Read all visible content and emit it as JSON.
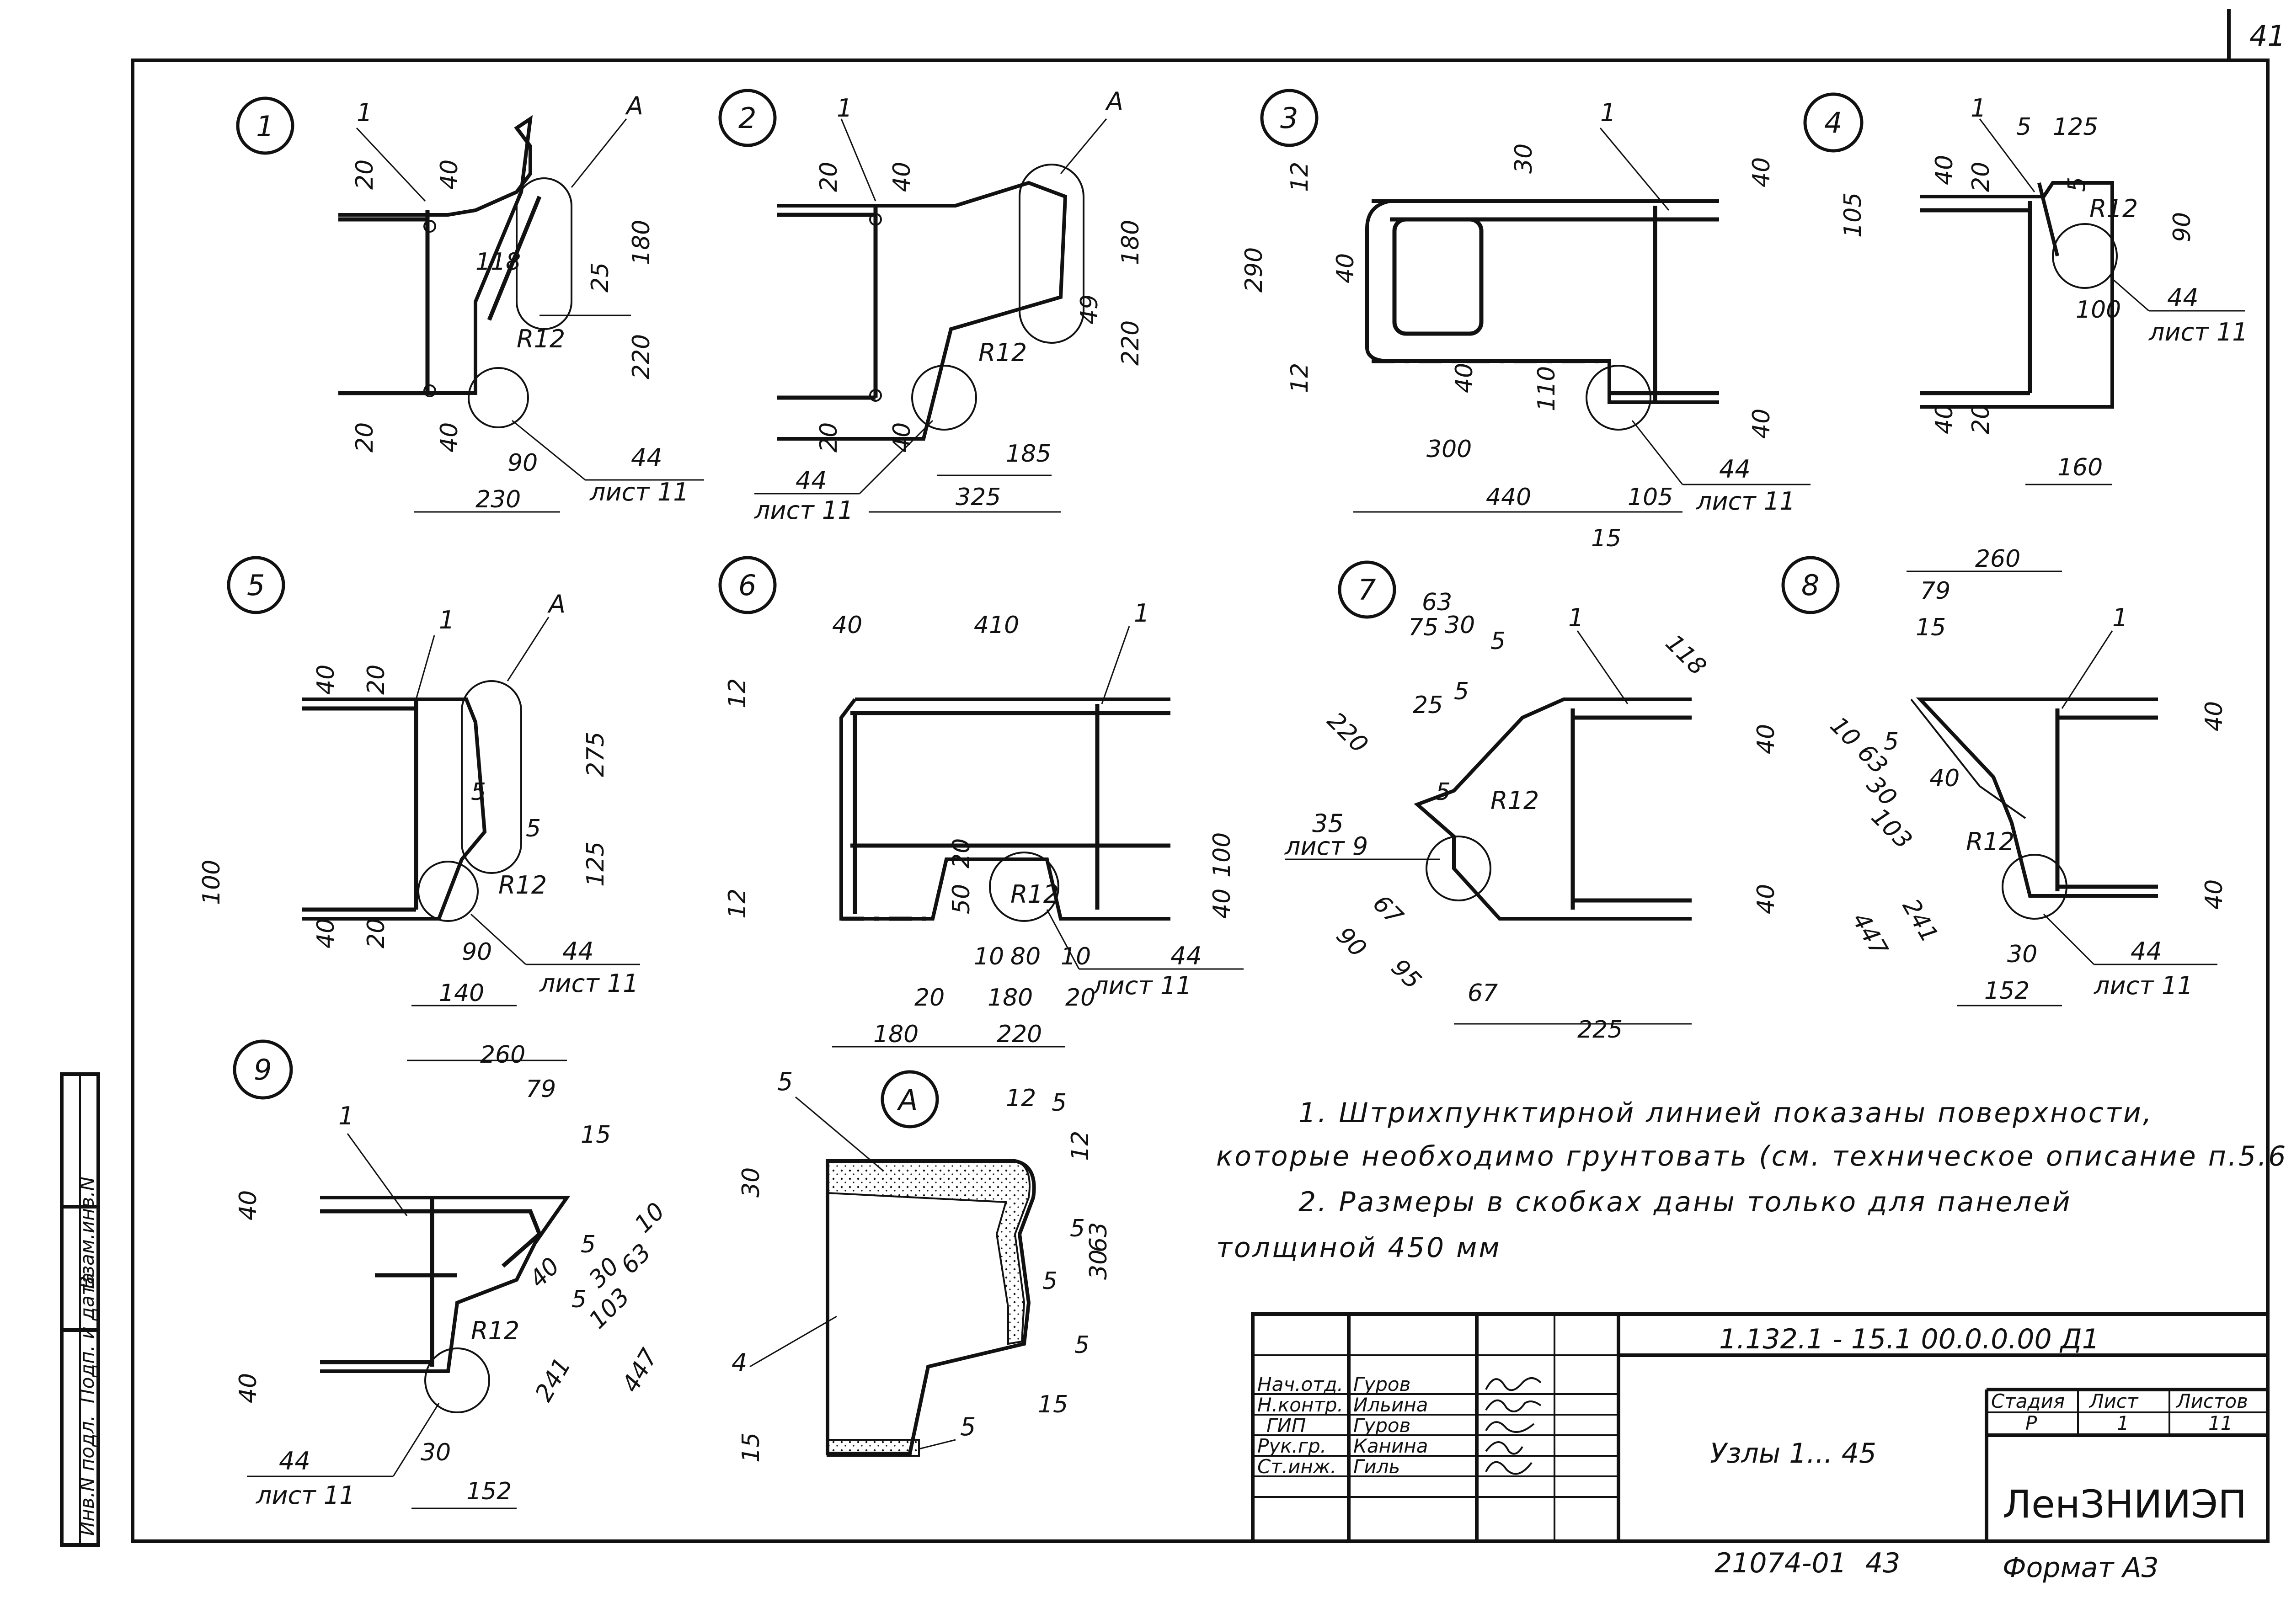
{
  "sheet_number": "41",
  "nodes": [
    {
      "id": "1",
      "labels": {
        "callout": "1",
        "detail": "A",
        "ref": "44",
        "sheet": "лист 11",
        "radius": "R12"
      },
      "dims": [
        "20",
        "40",
        "118",
        "180",
        "25",
        "220",
        "20",
        "40",
        "90",
        "230"
      ]
    },
    {
      "id": "2",
      "labels": {
        "callout": "1",
        "detail": "A",
        "ref": "44",
        "sheet": "лист 11",
        "radius": "R12"
      },
      "dims": [
        "20",
        "40",
        "180",
        "49",
        "220",
        "20",
        "40",
        "185",
        "325"
      ]
    },
    {
      "id": "3",
      "labels": {
        "callout": "1",
        "ref": "44",
        "sheet": "лист 11"
      },
      "dims": [
        "12",
        "30",
        "40",
        "290",
        "40",
        "12",
        "40",
        "110",
        "40",
        "300",
        "440",
        "105",
        "15"
      ]
    },
    {
      "id": "4",
      "labels": {
        "callout": "1",
        "ref": "44",
        "sheet": "лист 11",
        "radius": "R12"
      },
      "dims": [
        "5",
        "125",
        "40",
        "20",
        "5",
        "105",
        "90",
        "100",
        "40",
        "20",
        "160"
      ]
    },
    {
      "id": "5",
      "labels": {
        "callout": "1",
        "detail": "A",
        "ref": "44",
        "sheet": "лист 11",
        "radius": "R12"
      },
      "dims": [
        "40",
        "20",
        "275",
        "5",
        "5",
        "100",
        "125",
        "40",
        "20",
        "90",
        "140"
      ]
    },
    {
      "id": "6",
      "labels": {
        "callout": "1",
        "ref": "44",
        "sheet": "лист 11",
        "radius": "R12"
      },
      "dims": [
        "40",
        "410",
        "12",
        "100",
        "12",
        "20",
        "50",
        "40",
        "10",
        "80",
        "10",
        "20",
        "180",
        "20",
        "180",
        "220"
      ]
    },
    {
      "id": "7",
      "labels": {
        "callout": "1",
        "ref": "35",
        "sheet": "лист 9",
        "radius": "R12"
      },
      "dims": [
        "63",
        "75",
        "30",
        "5",
        "118",
        "220",
        "25",
        "5",
        "5",
        "40",
        "67",
        "90",
        "95",
        "67",
        "225",
        "40"
      ]
    },
    {
      "id": "8",
      "labels": {
        "callout": "1",
        "ref": "44",
        "sheet": "лист 11",
        "radius": "R12"
      },
      "dims": [
        "260",
        "79",
        "15",
        "10",
        "63",
        "5",
        "30",
        "40",
        "103",
        "447",
        "241",
        "40",
        "40",
        "30",
        "152"
      ]
    },
    {
      "id": "9",
      "labels": {
        "callout": "1",
        "ref": "44",
        "sheet": "лист 11",
        "radius": "R12"
      },
      "dims": [
        "260",
        "79",
        "15",
        "40",
        "10",
        "5",
        "63",
        "30",
        "40",
        "5",
        "103",
        "241",
        "447",
        "40",
        "30",
        "152"
      ]
    },
    {
      "id": "A",
      "labels": {
        "mat4": "4",
        "mat5a": "5",
        "mat5b": "5"
      },
      "dims": [
        "12",
        "5",
        "12",
        "30",
        "63",
        "5",
        "30",
        "5",
        "5",
        "15"
      ]
    }
  ],
  "notes": [
    "1. Штрихпунктирной линией показаны поверхности, которые необходимо грунтовать (см. техническое описание п.5.6)",
    "2. Размеры в скобках даны только для панелей толщиной 450 мм"
  ],
  "notes_lines": [
    "1. Штрихпунктирной   линией   показаны  поверхности,",
    "которые необходимо грунтовать   (см. техническое описание  п.5.6)",
    "2. Размеры в скобках даны только для панелей",
    "толщиной   450 мм"
  ],
  "side_stamp": [
    "Инв.N подл.",
    "Подп. и дата",
    "Взам.инв.N"
  ],
  "title_block": {
    "code": "1.132.1 - 15.1      00.0.0.00 Д1",
    "title": "Узлы 1... 45",
    "roles": [
      {
        "role": "Нач.отд.",
        "name": "Гуров"
      },
      {
        "role": "Н.контр.",
        "name": "Ильина"
      },
      {
        "role": "ГИП",
        "name": "Гуров"
      },
      {
        "role": "Рук.гр.",
        "name": "Канина"
      },
      {
        "role": "Ст.инж.",
        "name": "Гиль"
      }
    ],
    "headers": {
      "stage": "Стадия",
      "sheet": "Лист",
      "sheets": "Листов"
    },
    "values": {
      "stage": "Р",
      "sheet": "1",
      "sheets": "11"
    },
    "org": "ЛенЗНИИЭП",
    "bottom_left": "21074-01",
    "bottom_num": "43",
    "format": "Формат А3"
  }
}
